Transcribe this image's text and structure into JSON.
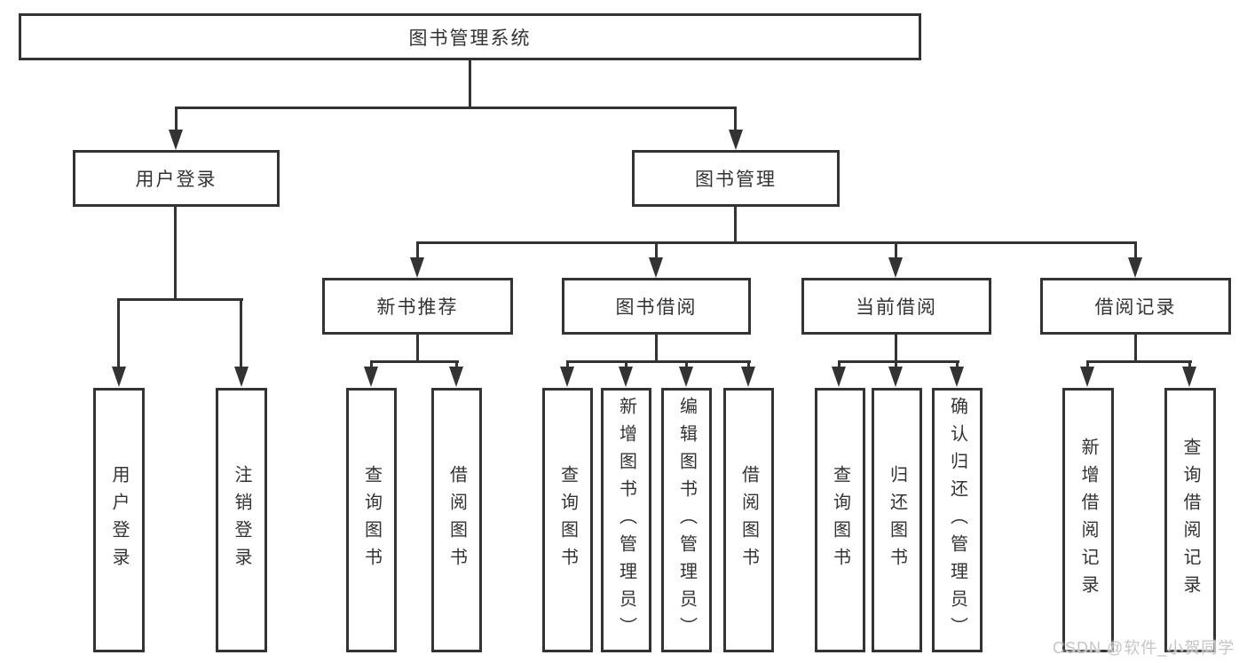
{
  "tree": {
    "root": "图书管理系统",
    "children": [
      {
        "label": "用户登录",
        "children": [
          {
            "label": "用户登录"
          },
          {
            "label": "注销登录"
          }
        ]
      },
      {
        "label": "图书管理",
        "children": [
          {
            "label": "新书推荐",
            "children": [
              {
                "label": "查询图书"
              },
              {
                "label": "借阅图书"
              }
            ]
          },
          {
            "label": "图书借阅",
            "children": [
              {
                "label": "查询图书"
              },
              {
                "label": "新增图书（管理员）"
              },
              {
                "label": "编辑图书（管理员）"
              },
              {
                "label": "借阅图书"
              }
            ]
          },
          {
            "label": "当前借阅",
            "children": [
              {
                "label": "查询图书"
              },
              {
                "label": "归还图书"
              },
              {
                "label": "确认归还（管理员）"
              }
            ]
          },
          {
            "label": "借阅记录",
            "children": [
              {
                "label": "新增借阅记录"
              },
              {
                "label": "查询借阅记录"
              }
            ]
          }
        ]
      }
    ]
  },
  "watermark": {
    "text": "CSDN @软件_小贺同学"
  },
  "colors": {
    "line": "#333333",
    "box_border": "#333333",
    "text": "#333333",
    "watermark": "#c5c5c5",
    "background": "#ffffff"
  }
}
